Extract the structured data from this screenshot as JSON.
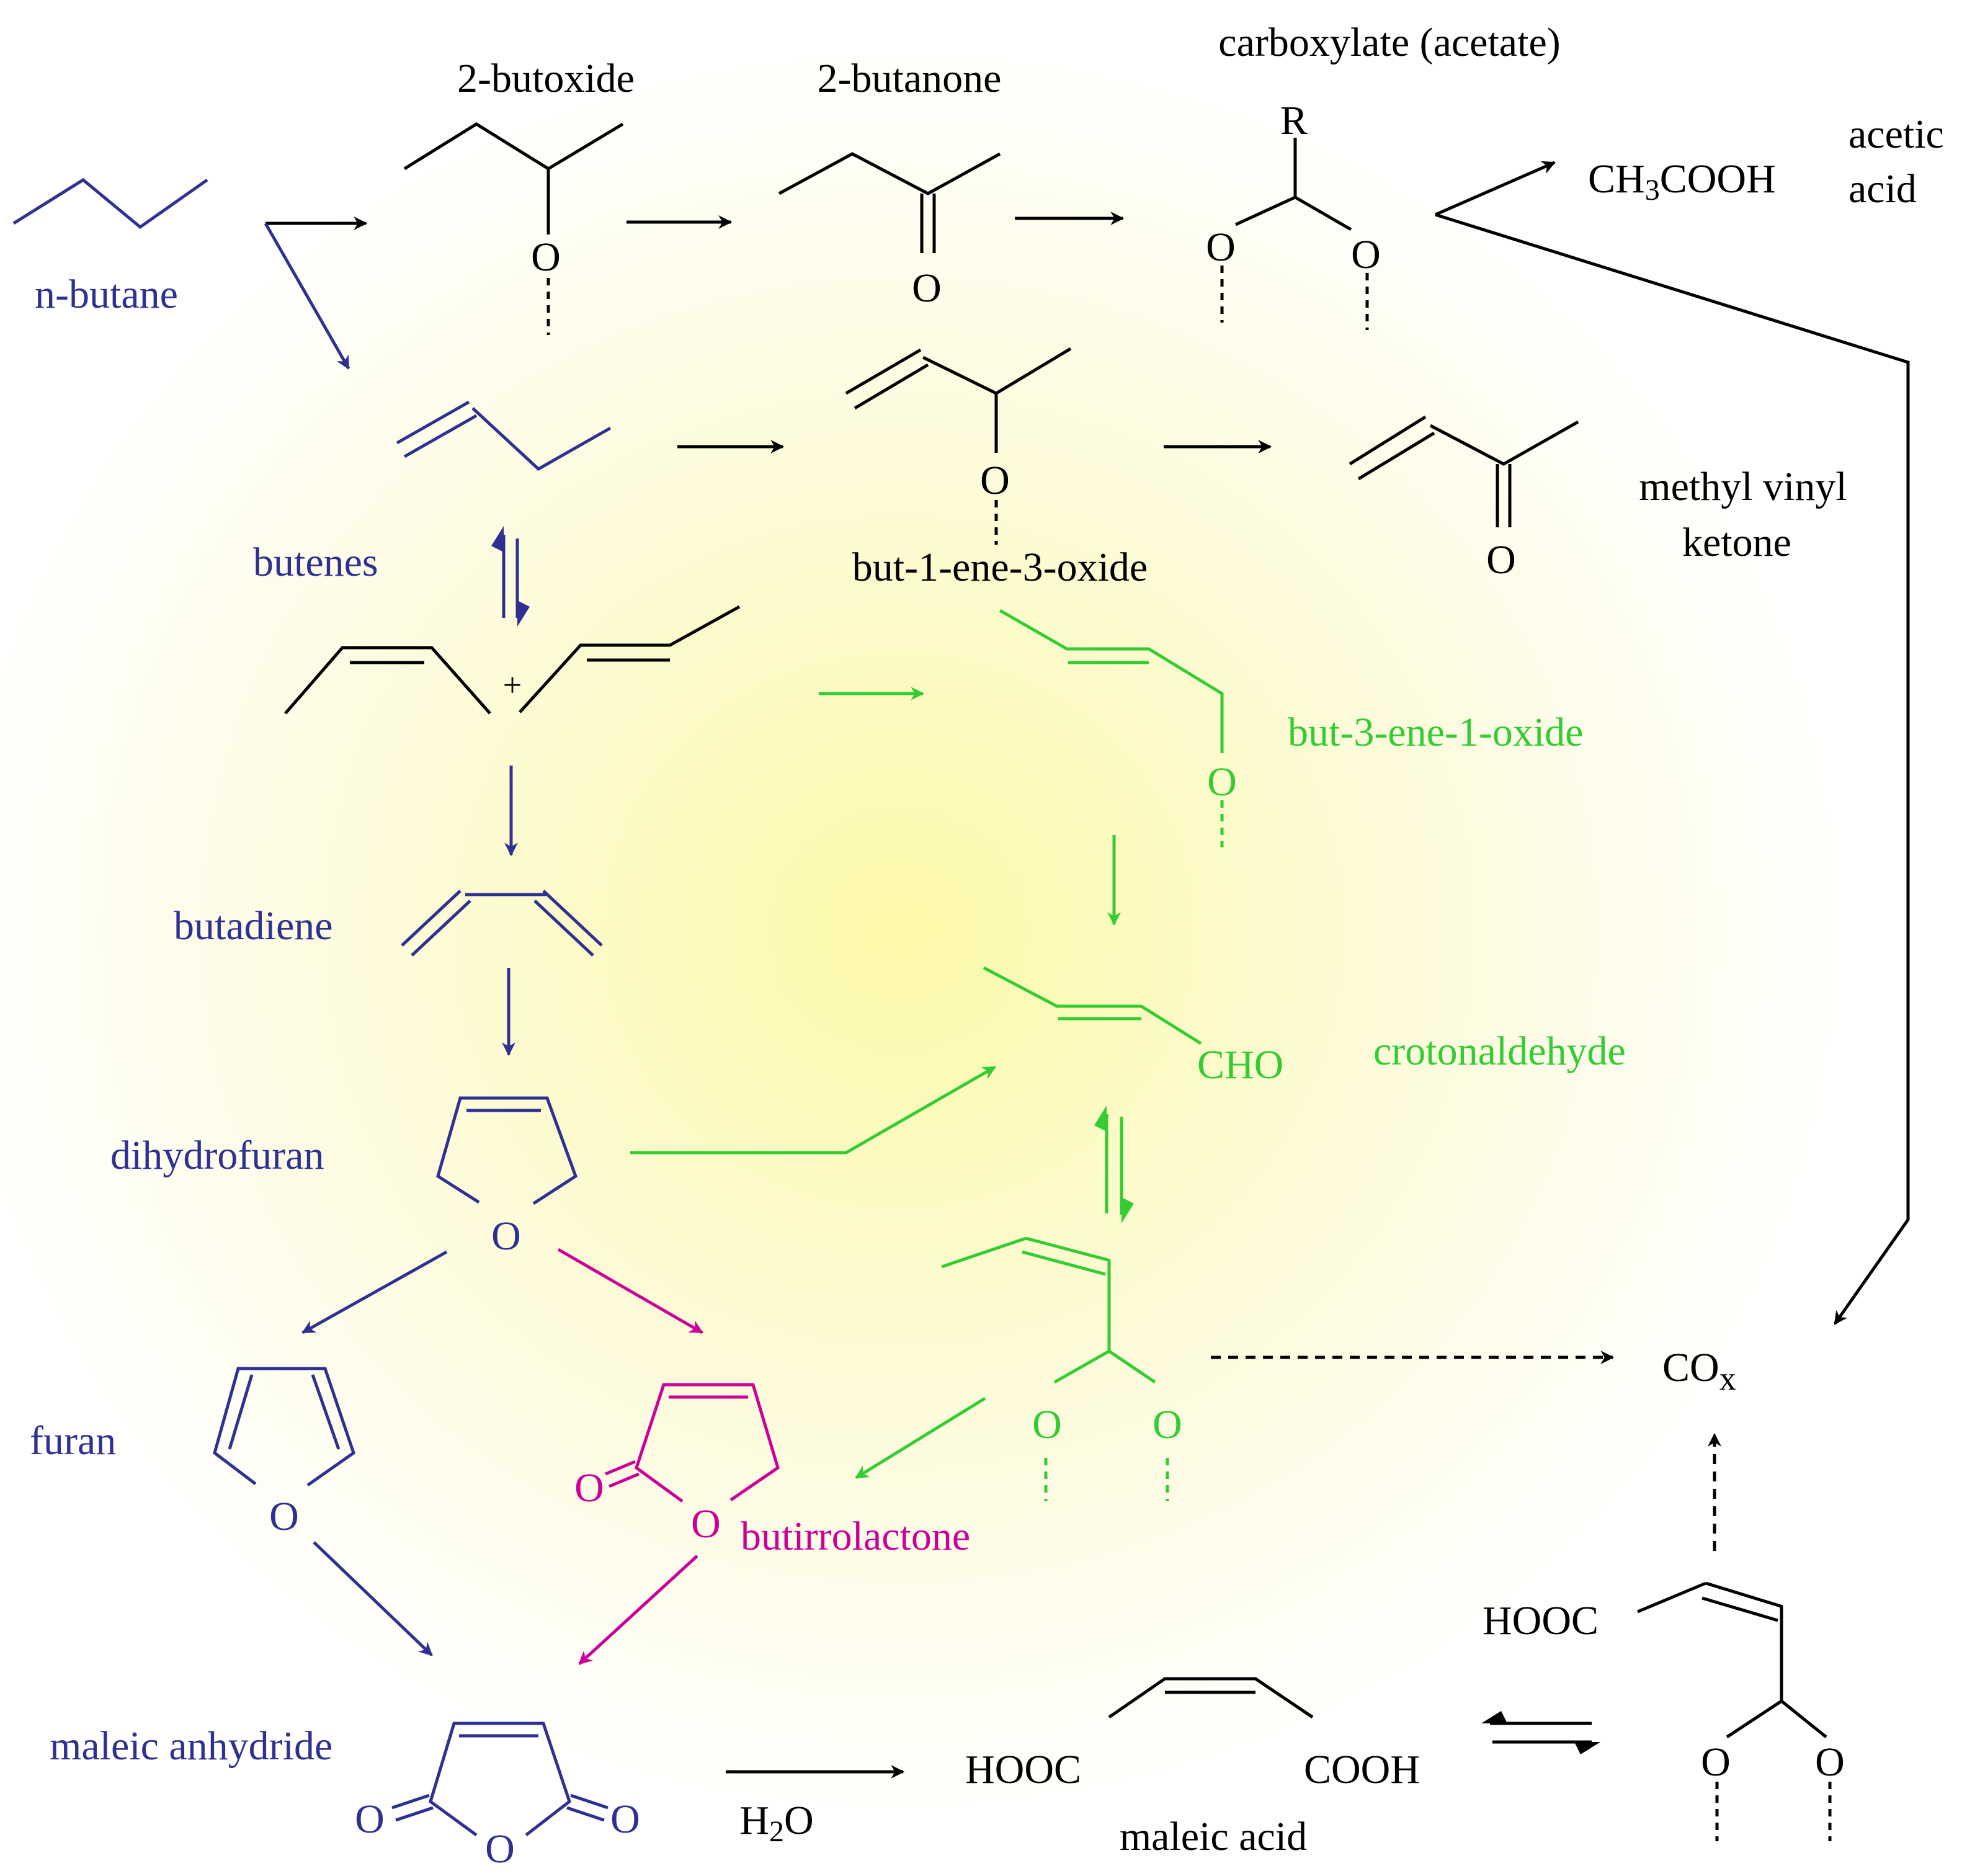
{
  "colors": {
    "black": "#000000",
    "blue": "#2e3192",
    "green": "#33cc33",
    "magenta": "#cc0099",
    "glow": "#fdfbc8"
  },
  "labels": {
    "n_butane": "n-butane",
    "butoxide": "2-butoxide",
    "butanone": "2-butanone",
    "carboxylate": "carboxylate (acetate)",
    "r_group": "R",
    "acetic_formula": "CH3COOH",
    "acetic_1": "acetic",
    "acetic_2": "acid",
    "butenes": "butenes",
    "but1ene3oxide": "but-1-ene-3-oxide",
    "mvk_1": "methyl vinyl",
    "mvk_2": "ketone",
    "plus": "+",
    "but3ene1oxide": "but-3-ene-1-oxide",
    "butadiene": "butadiene",
    "crotonaldehyde": "crotonaldehyde",
    "cho": "CHO",
    "dihydrofuran": "dihydrofuran",
    "furan": "furan",
    "butirrolactone": "butirrolactone",
    "cox": "COx",
    "maleic_anhydride": "maleic anhydride",
    "water": "H2O",
    "hooc": "HOOC",
    "cooh": "COOH",
    "maleic_acid": "maleic acid",
    "hooc_2": "HOOC",
    "oxygen": "O"
  }
}
